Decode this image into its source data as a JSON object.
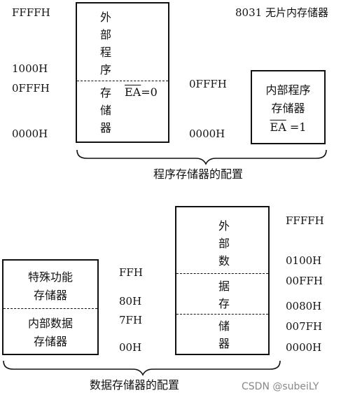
{
  "title": "8031 无片内存储器",
  "watermark": "CSDN @subeiLY",
  "program_memory": {
    "caption": "程序存储器的配置",
    "external": {
      "addr_top": "FFFFH",
      "addr_1000": "1000H",
      "addr_0fff": "0FFFH",
      "addr_0000": "0000H",
      "label_upper": [
        "外",
        "部",
        "程",
        "序"
      ],
      "label_lower": [
        "存",
        "储",
        "器"
      ],
      "ea_bar": "EA",
      "ea_value": "=0"
    },
    "internal": {
      "addr_0fff": "0FFFH",
      "addr_0000": "0000H",
      "line1": "内部程序",
      "line2": "存储器",
      "ea_bar": "EA",
      "ea_value": " =1"
    }
  },
  "data_memory": {
    "caption": "数据存储器的配置",
    "internal": {
      "sfr_line1": "特殊功能",
      "sfr_line2": "存储器",
      "ram_line1": "内部数据",
      "ram_line2": "存储器",
      "addr_ffh": "FFH",
      "addr_80h": "80H",
      "addr_7fh": "7FH",
      "addr_00h": "00H"
    },
    "external": {
      "label_upper": [
        "外",
        "部",
        "数"
      ],
      "label_lower": [
        "据",
        "存",
        "储",
        "器"
      ],
      "addr_ffff": "FFFFH",
      "addr_0100": "0100H",
      "addr_00ff": "00FFH",
      "addr_0080": "0080H",
      "addr_007f": "007FH",
      "addr_0000": "0000H"
    }
  }
}
